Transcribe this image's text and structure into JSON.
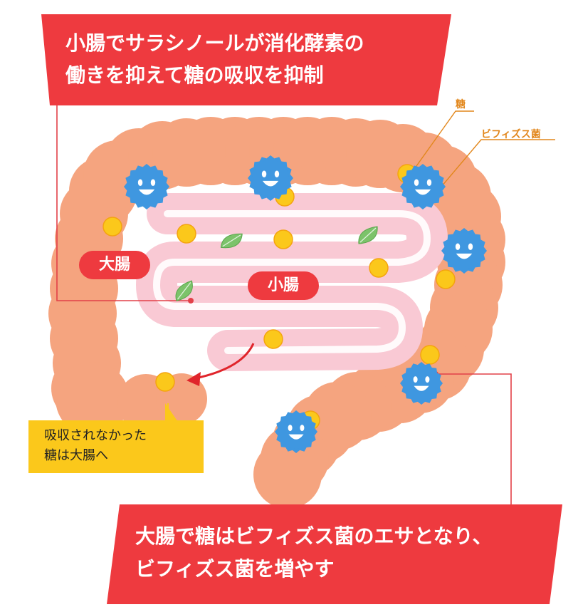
{
  "callouts": {
    "top": {
      "line1": "小腸でサラシノールが消化酵素の",
      "line2": "働きを抑えて糖の吸収を抑制"
    },
    "bottom": {
      "line1": "大腸で糖はビフィズス菌のエサとなり、",
      "line2": "ビフィズス菌を増やす"
    },
    "note": {
      "line1": "吸収されなかった",
      "line2": "糖は大腸へ"
    }
  },
  "organ_labels": {
    "large_intestine": "大腸",
    "small_intestine": "小腸"
  },
  "legend_labels": {
    "sugar": "糖",
    "bifidobacteria": "ビフィズス菌"
  },
  "colors": {
    "banner_red": "#ee3a3f",
    "colon": "#f5a47f",
    "small_intestine": "#f9c9d4",
    "sugar": "#fbc81b",
    "bacteria": "#3f97e0",
    "note_yellow": "#fbc81b",
    "label_orange": "#e2871c",
    "leaf": "#7cc36a",
    "arrow": "#e0252b",
    "connector": "#e24048"
  },
  "icons": {
    "bacteria": "smiling-bacteria-icon",
    "sugar": "sugar-dot-icon",
    "leaf": "salacia-leaf-icon"
  }
}
